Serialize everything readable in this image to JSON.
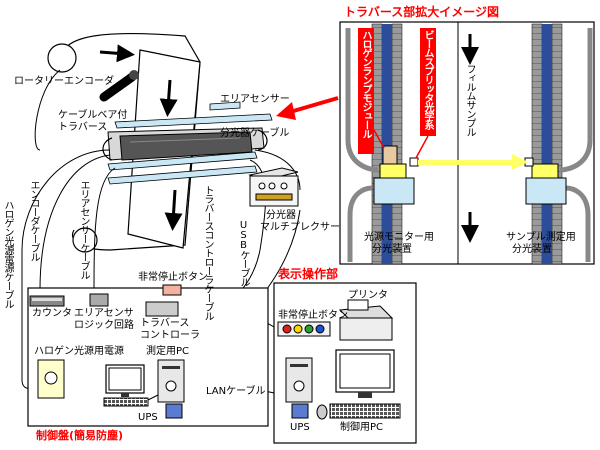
{
  "labels": {
    "rotary_encoder": "ロータリーエンコーダ",
    "area_sensor": "エリアセンサー",
    "cable_bear_traverse_1": "ケーブルベア付",
    "cable_bear_traverse_2": "トラバース",
    "spectro_cable": "分光器ケーブル",
    "halogen_cable": "ハロゲン光源電源ケーブル",
    "encoder_cable": "エンコーダケーブル",
    "area_sensor_cable": "エリアセンサーケーブル",
    "traverse_controller_cable": "トラバースコントローラケーブル",
    "usb_cable": "USBケーブル",
    "multiplexer_1": "分光器",
    "multiplexer_2": "マルチプレクサー",
    "emergency_stop_left": "非常停止ボタン",
    "counter": "カウンタ",
    "area_sensor_logic_1": "エリアセンサ",
    "area_sensor_logic_2": "ロジック回路",
    "traverse_controller_1": "トラバース",
    "traverse_controller_2": "コントローラ",
    "halogen_power": "ハロゲン光源用電源",
    "measure_pc": "測定用PC",
    "ups_left": "UPS",
    "control_panel": "制御盤(簡易防塵)",
    "lan_cable": "LANケーブル",
    "display_unit": "表示操作部",
    "printer": "プリンタ",
    "emergency_stop_right": "非常停止ボタン",
    "ups_right": "UPS",
    "control_pc": "制御用PC",
    "zoom_title": "トラバース部拡大イメージ図",
    "halogen_module": "ハロゲンランプモジュール",
    "beam_splitter": "ビームスプリッタ光学系",
    "film_sample": "フィルムサンプル",
    "light_monitor_1": "光源モニター用",
    "light_monitor_2": "分光装置",
    "sample_spectro_1": "サンプル測定用",
    "sample_spectro_2": "分光装置"
  },
  "colors": {
    "accent_red": "#ff0000",
    "belt_blue": "#2b4d9a",
    "rail_gray": "#9a9a9a",
    "panel_blue": "#c9e7f5",
    "light_yellow": "#ffff66",
    "stop_red": "#e02020",
    "stop_yellow": "#ffd800",
    "stop_green": "#2aa02a",
    "stop_blue": "#2050d0"
  }
}
